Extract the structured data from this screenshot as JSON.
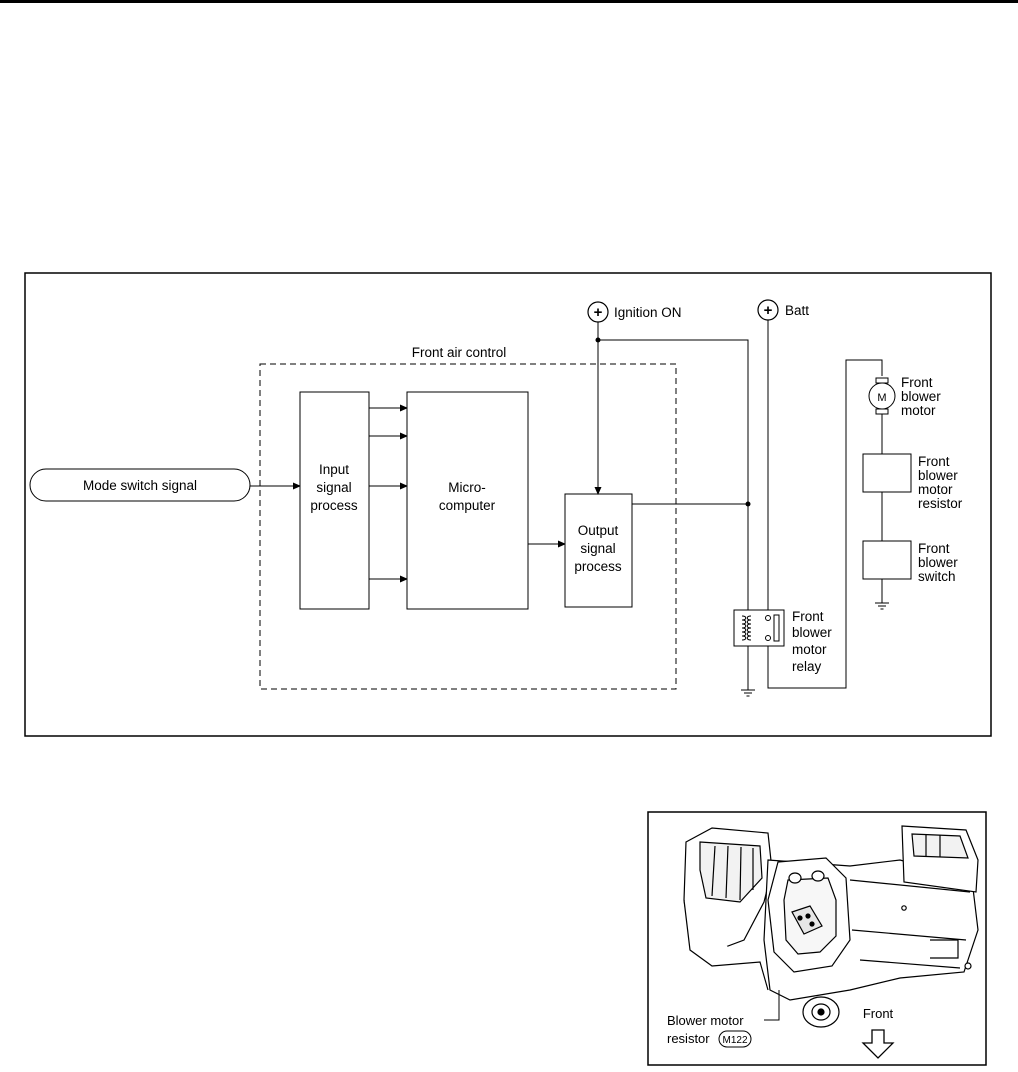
{
  "diagram": {
    "group_label": "Front air control",
    "input_signal": "Mode switch signal",
    "input_block": [
      "Input",
      "signal",
      "process"
    ],
    "micro_block": [
      "Micro-",
      "computer"
    ],
    "output_block": [
      "Output",
      "signal",
      "process"
    ],
    "ignition_label": "Ignition ON",
    "batt_label": "Batt",
    "plus_symbol": "+",
    "motor_symbol": "M",
    "blower_motor": [
      "Front",
      "blower",
      "motor"
    ],
    "blower_resistor": [
      "Front",
      "blower",
      "motor",
      "resistor"
    ],
    "blower_switch": [
      "Front",
      "blower",
      "switch"
    ],
    "blower_relay": [
      "Front",
      "blower",
      "motor",
      "relay"
    ]
  },
  "location": {
    "part_label": [
      "Blower motor",
      "resistor"
    ],
    "connector_code": "M122",
    "direction_label": "Front",
    "arrow_icon": "down-arrow-icon"
  }
}
